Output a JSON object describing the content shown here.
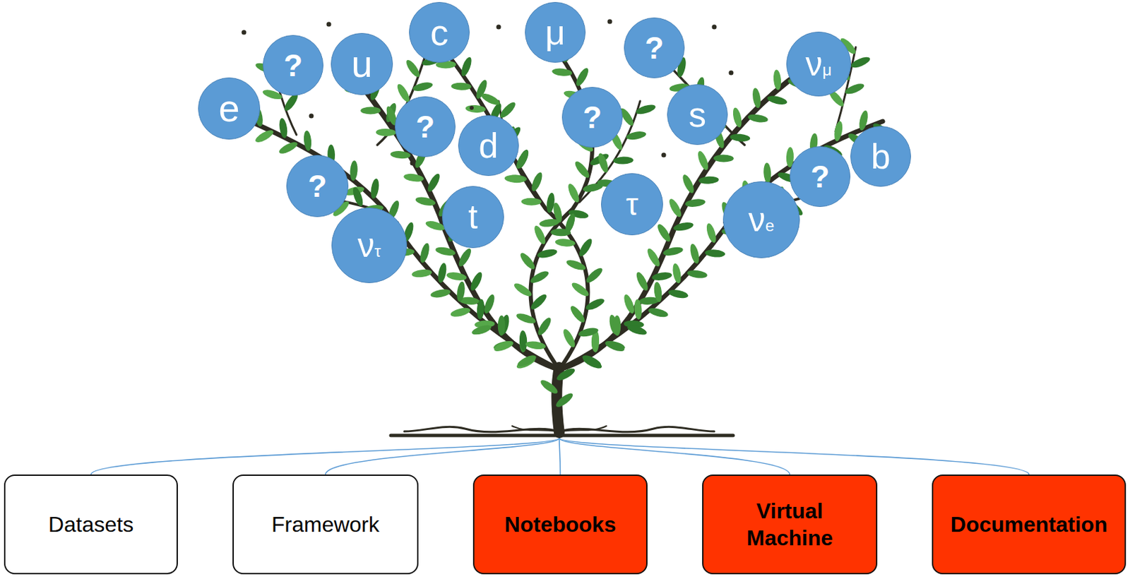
{
  "diagram": {
    "nodes": [
      {
        "text": [
          "c"
        ]
      },
      {
        "text": [
          "μ"
        ]
      },
      {
        "text": [
          "?"
        ]
      },
      {
        "text": [
          "?"
        ]
      },
      {
        "text": [
          "u"
        ]
      },
      {
        "text": [
          "νμ"
        ]
      },
      {
        "text": [
          "e"
        ]
      },
      {
        "text": [
          "?"
        ]
      },
      {
        "text": [
          "?"
        ]
      },
      {
        "text": [
          "s"
        ]
      },
      {
        "text": [
          "d"
        ]
      },
      {
        "text": [
          "b"
        ]
      },
      {
        "text": [
          "?"
        ]
      },
      {
        "text": [
          "?"
        ]
      },
      {
        "text": [
          "t"
        ]
      },
      {
        "text": [
          "τ"
        ]
      },
      {
        "text": [
          "νe"
        ]
      },
      {
        "text": [
          "ντ"
        ]
      },
      {
        "text": [
          "Datasets"
        ]
      },
      {
        "text": [
          "Framework"
        ]
      },
      {
        "text": [
          "Notebooks"
        ]
      },
      {
        "text": [
          "Virtual Machine"
        ]
      },
      {
        "text": [
          "Documentation"
        ]
      }
    ]
  }
}
